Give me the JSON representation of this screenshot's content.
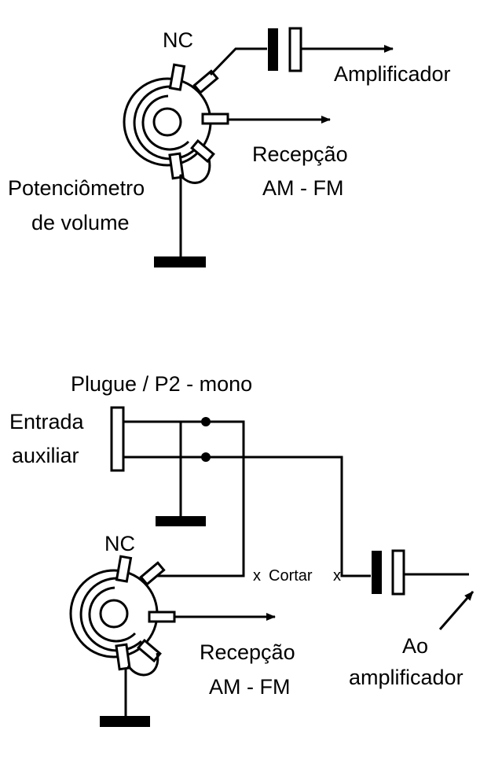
{
  "top": {
    "nc_label": "NC",
    "amplifier_label": "Amplificador",
    "reception_line1": "Recepção",
    "reception_line2": "AM - FM",
    "pot_line1": "Potenciômetro",
    "pot_line2": "de volume"
  },
  "bottom": {
    "plug_label": "Plugue / P2 - mono",
    "input_line1": "Entrada",
    "input_line2": "auxiliar",
    "nc_label": "NC",
    "cut_label": "Cortar",
    "cut_mark_left": "x",
    "cut_mark_right": "x",
    "reception_line1": "Recepção",
    "reception_line2": "AM - FM",
    "amp_line1": "Ao",
    "amp_line2": "amplificador"
  }
}
